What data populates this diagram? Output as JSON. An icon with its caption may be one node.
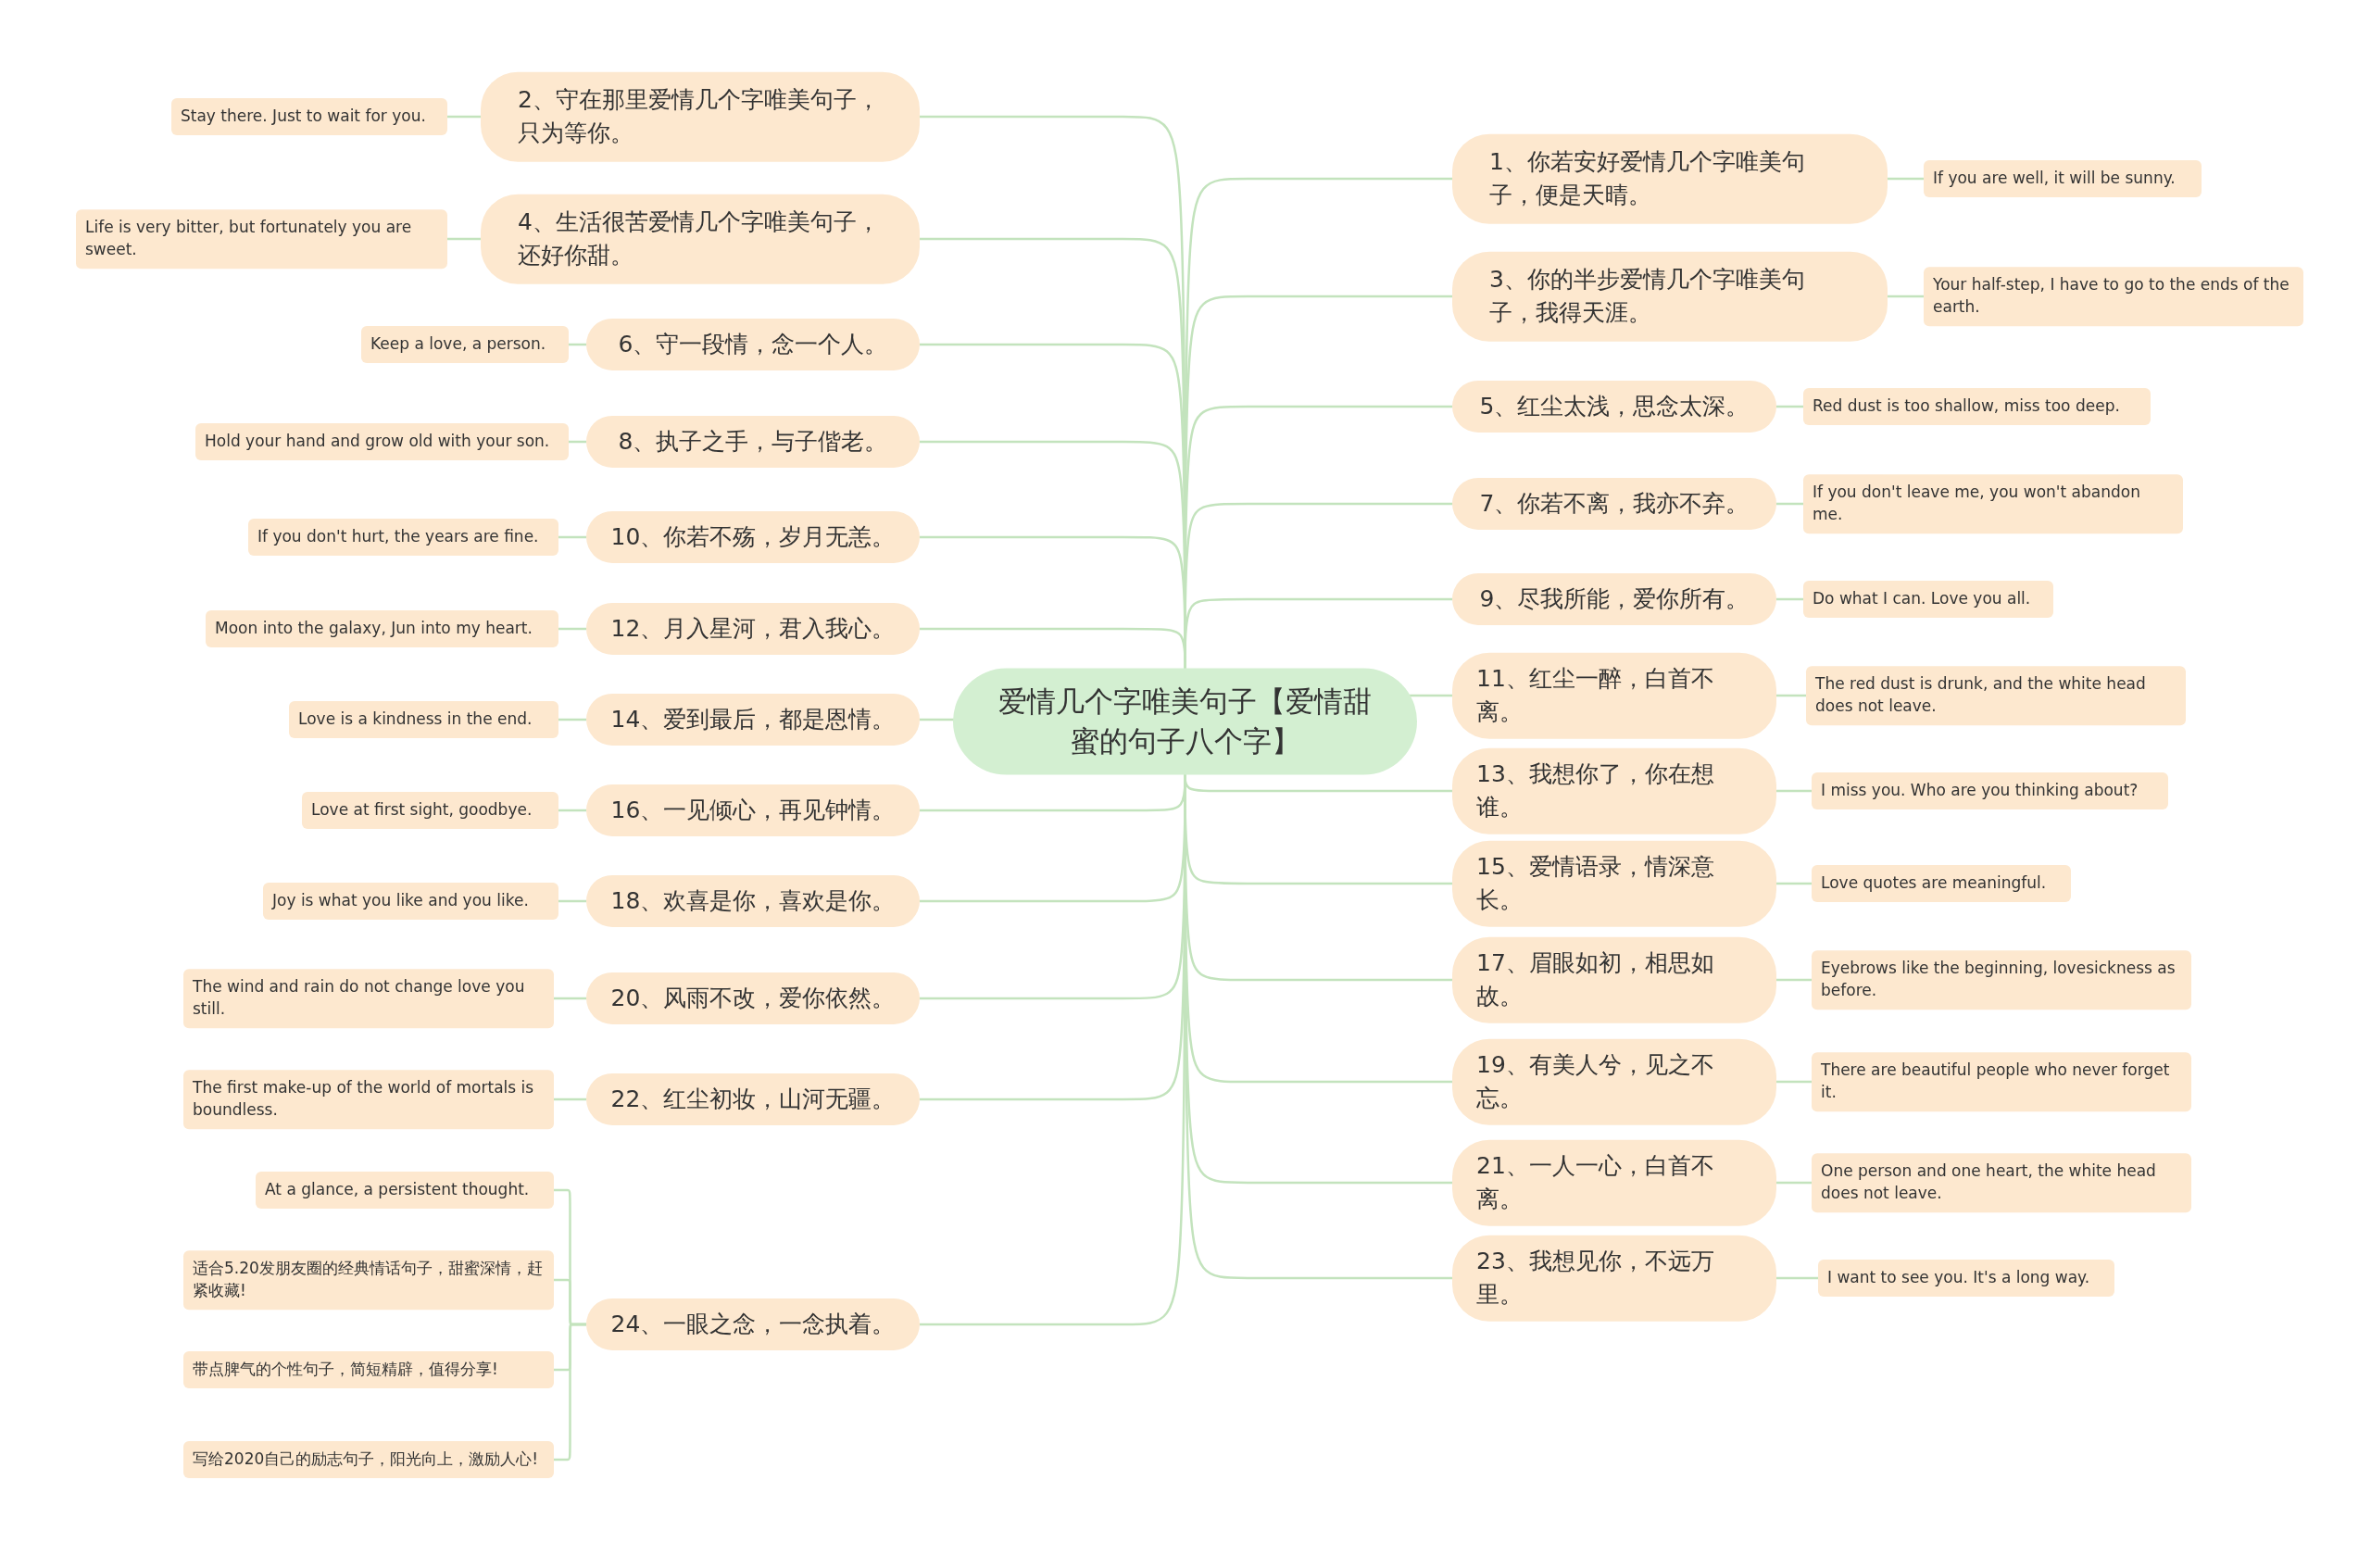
{
  "diagram": {
    "nodes": [
      {
        "text": [
          "爱情几个字唯美句子【爱情甜蜜的句子八个字】"
        ]
      },
      {
        "text": [
          "1、你若安好爱情几个字唯美句子，便是天晴。"
        ]
      },
      {
        "text": [
          "If you are well, it will be sunny."
        ]
      },
      {
        "text": [
          "2、守在那里爱情几个字唯美句子，只为等你。"
        ]
      },
      {
        "text": [
          "Stay there. Just to wait for you."
        ]
      },
      {
        "text": [
          "3、你的半步爱情几个字唯美句子，我得天涯。"
        ]
      },
      {
        "text": [
          "Your half-step, I have to go to the ends of the earth."
        ]
      },
      {
        "text": [
          "4、生活很苦爱情几个字唯美句子，还好你甜。"
        ]
      },
      {
        "text": [
          "Life is very bitter, but fortunately you are sweet."
        ]
      },
      {
        "text": [
          "5、红尘太浅，思念太深。"
        ]
      },
      {
        "text": [
          "Red dust is too shallow, miss too deep."
        ]
      },
      {
        "text": [
          "6、守一段情，念一个人。"
        ]
      },
      {
        "text": [
          "Keep a love, a person."
        ]
      },
      {
        "text": [
          "7、你若不离，我亦不弃。"
        ]
      },
      {
        "text": [
          "If you don't leave me, you won't abandon me."
        ]
      },
      {
        "text": [
          "8、执子之手，与子偕老。"
        ]
      },
      {
        "text": [
          "Hold your hand and grow old with your son."
        ]
      },
      {
        "text": [
          "9、尽我所能，爱你所有。"
        ]
      },
      {
        "text": [
          "Do what I can. Love you all."
        ]
      },
      {
        "text": [
          "10、你若不殇，岁月无恙。"
        ]
      },
      {
        "text": [
          "If you don't hurt, the years are fine."
        ]
      },
      {
        "text": [
          "11、红尘一醉，白首不离。"
        ]
      },
      {
        "text": [
          "The red dust is drunk, and the white head does not leave."
        ]
      },
      {
        "text": [
          "12、月入星河，君入我心。"
        ]
      },
      {
        "text": [
          "Moon into the galaxy, Jun into my heart."
        ]
      },
      {
        "text": [
          "13、我想你了，你在想谁。"
        ]
      },
      {
        "text": [
          "I miss you. Who are you thinking about?"
        ]
      },
      {
        "text": [
          "14、爱到最后，都是恩情。"
        ]
      },
      {
        "text": [
          "Love is a kindness in the end."
        ]
      },
      {
        "text": [
          "15、爱情语录，情深意长。"
        ]
      },
      {
        "text": [
          "Love quotes are meaningful."
        ]
      },
      {
        "text": [
          "16、一见倾心，再见钟情。"
        ]
      },
      {
        "text": [
          "Love at first sight, goodbye."
        ]
      },
      {
        "text": [
          "17、眉眼如初，相思如故。"
        ]
      },
      {
        "text": [
          "Eyebrows like the beginning, lovesickness as before."
        ]
      },
      {
        "text": [
          "18、欢喜是你，喜欢是你。"
        ]
      },
      {
        "text": [
          "Joy is what you like and you like."
        ]
      },
      {
        "text": [
          "19、有美人兮，见之不忘。"
        ]
      },
      {
        "text": [
          "There are beautiful people who never forget it."
        ]
      },
      {
        "text": [
          "20、风雨不改，爱你依然。"
        ]
      },
      {
        "text": [
          "The wind and rain do not change love you still."
        ]
      },
      {
        "text": [
          "21、一人一心，白首不离。"
        ]
      },
      {
        "text": [
          "One person and one heart, the white head does not leave."
        ]
      },
      {
        "text": [
          "22、红尘初妆，山河无疆。"
        ]
      },
      {
        "text": [
          "The first make-up of the world of mortals is boundless."
        ]
      },
      {
        "text": [
          "23、我想见你，不远万里。"
        ]
      },
      {
        "text": [
          "I want to see you. It's a long way."
        ]
      },
      {
        "text": [
          "24、一眼之念，一念执着。"
        ]
      },
      {
        "text": [
          "At a glance, a persistent thought."
        ]
      },
      {
        "text": [
          "适合5.20发朋友圈的经典情话句子，甜蜜深情，赶紧收藏!"
        ]
      },
      {
        "text": [
          "带点脾气的个性句子，简短精辟，值得分享!"
        ]
      },
      {
        "text": [
          "写给2020自己的励志句子，阳光向上，激励人心!"
        ]
      }
    ],
    "edges": [
      {
        "from": 0,
        "to": 1,
        "arrow": "none"
      },
      {
        "from": 1,
        "to": 2,
        "arrow": "none"
      },
      {
        "from": 0,
        "to": 3,
        "arrow": "none"
      },
      {
        "from": 3,
        "to": 4,
        "arrow": "none"
      },
      {
        "from": 0,
        "to": 5,
        "arrow": "none"
      },
      {
        "from": 5,
        "to": 6,
        "arrow": "none"
      },
      {
        "from": 0,
        "to": 7,
        "arrow": "none"
      },
      {
        "from": 7,
        "to": 8,
        "arrow": "none"
      },
      {
        "from": 0,
        "to": 9,
        "arrow": "none"
      },
      {
        "from": 9,
        "to": 10,
        "arrow": "none"
      },
      {
        "from": 0,
        "to": 11,
        "arrow": "none"
      },
      {
        "from": 11,
        "to": 12,
        "arrow": "none"
      },
      {
        "from": 0,
        "to": 13,
        "arrow": "none"
      },
      {
        "from": 13,
        "to": 14,
        "arrow": "none"
      },
      {
        "from": 0,
        "to": 15,
        "arrow": "none"
      },
      {
        "from": 15,
        "to": 16,
        "arrow": "none"
      },
      {
        "from": 0,
        "to": 17,
        "arrow": "none"
      },
      {
        "from": 17,
        "to": 18,
        "arrow": "none"
      },
      {
        "from": 0,
        "to": 19,
        "arrow": "none"
      },
      {
        "from": 19,
        "to": 20,
        "arrow": "none"
      },
      {
        "from": 0,
        "to": 21,
        "arrow": "none"
      },
      {
        "from": 21,
        "to": 22,
        "arrow": "none"
      },
      {
        "from": 0,
        "to": 23,
        "arrow": "none"
      },
      {
        "from": 23,
        "to": 24,
        "arrow": "none"
      },
      {
        "from": 0,
        "to": 25,
        "arrow": "none"
      },
      {
        "from": 25,
        "to": 26,
        "arrow": "none"
      },
      {
        "from": 0,
        "to": 27,
        "arrow": "none"
      },
      {
        "from": 27,
        "to": 28,
        "arrow": "none"
      },
      {
        "from": 0,
        "to": 29,
        "arrow": "none"
      },
      {
        "from": 29,
        "to": 30,
        "arrow": "none"
      },
      {
        "from": 0,
        "to": 31,
        "arrow": "none"
      },
      {
        "from": 31,
        "to": 32,
        "arrow": "none"
      },
      {
        "from": 0,
        "to": 33,
        "arrow": "none"
      },
      {
        "from": 33,
        "to": 34,
        "arrow": "none"
      },
      {
        "from": 0,
        "to": 35,
        "arrow": "none"
      },
      {
        "from": 35,
        "to": 36,
        "arrow": "none"
      },
      {
        "from": 0,
        "to": 37,
        "arrow": "none"
      },
      {
        "from": 37,
        "to": 38,
        "arrow": "none"
      },
      {
        "from": 0,
        "to": 39,
        "arrow": "none"
      },
      {
        "from": 39,
        "to": 40,
        "arrow": "none"
      },
      {
        "from": 0,
        "to": 41,
        "arrow": "none"
      },
      {
        "from": 41,
        "to": 42,
        "arrow": "none"
      },
      {
        "from": 0,
        "to": 43,
        "arrow": "none"
      },
      {
        "from": 43,
        "to": 44,
        "arrow": "none"
      },
      {
        "from": 0,
        "to": 45,
        "arrow": "none"
      },
      {
        "from": 45,
        "to": 46,
        "arrow": "none"
      },
      {
        "from": 0,
        "to": 47,
        "arrow": "none"
      },
      {
        "from": 47,
        "to": 48,
        "arrow": "none"
      },
      {
        "from": 47,
        "to": 49,
        "arrow": "none"
      },
      {
        "from": 47,
        "to": 50,
        "arrow": "none"
      },
      {
        "from": 47,
        "to": 51,
        "arrow": "none"
      }
    ]
  }
}
